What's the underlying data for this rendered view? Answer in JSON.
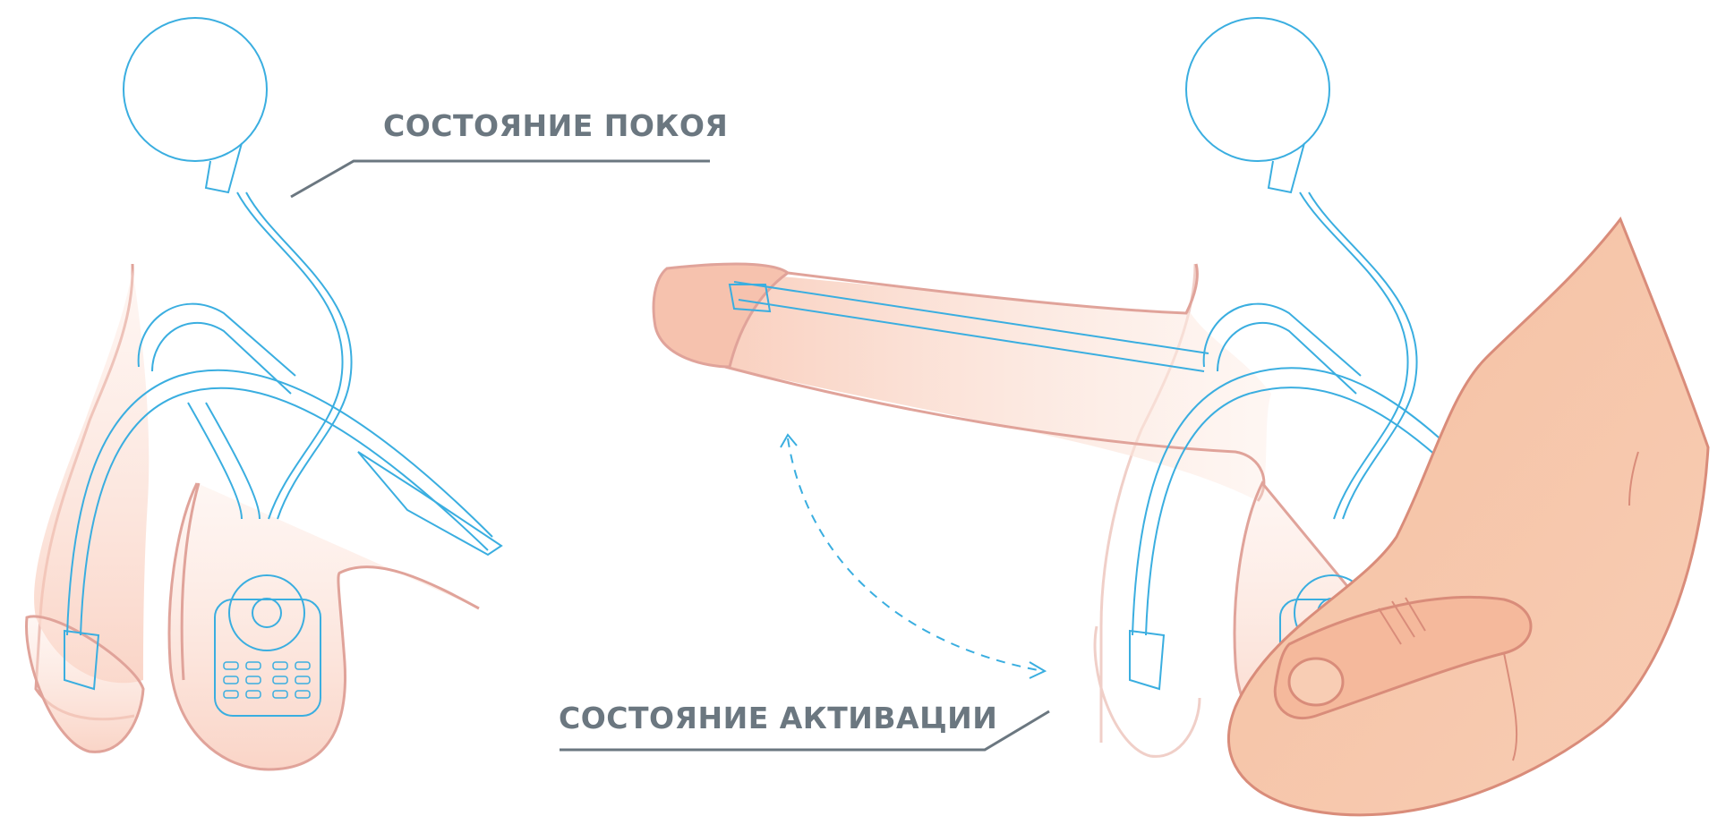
{
  "labels": {
    "rest_state": "СОСТОЯНИЕ ПОКОЯ",
    "active_state": "СОСТОЯНИЕ АКТИВАЦИИ"
  },
  "colors": {
    "label_text": "#6b7780",
    "device_line": "#3aaee0",
    "skin_line": "#e0a39a",
    "skin_fill": "#fbe0d6",
    "hand_fill": "#f7c4a8",
    "hand_line": "#d98c7a",
    "leader_line": "#6b7780",
    "background": "#ffffff"
  },
  "icons": {
    "arrow": "dashed-curved-double-arrow"
  }
}
